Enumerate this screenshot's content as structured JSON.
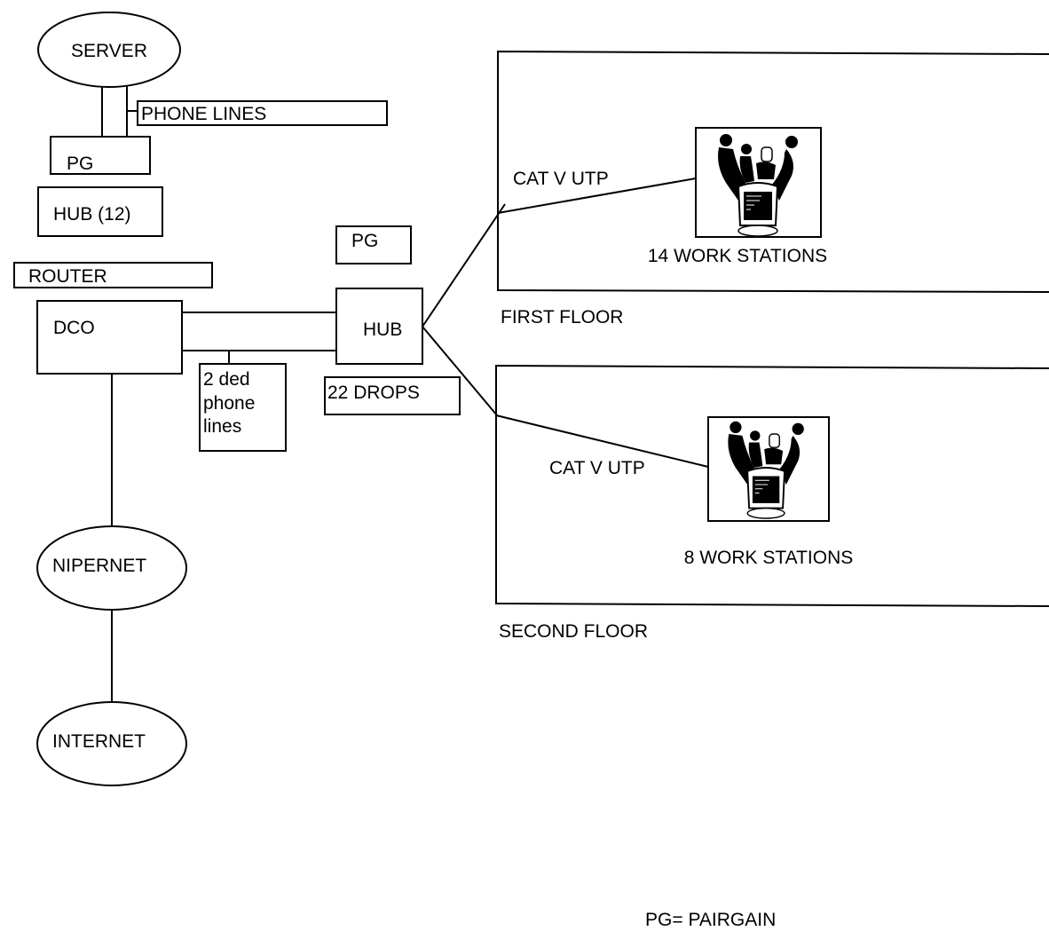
{
  "nodes": {
    "server": {
      "label": "SERVER",
      "shape": "ellipse"
    },
    "phone_lines": {
      "label": "PHONE LINES"
    },
    "pg_top": {
      "label": "PG"
    },
    "hub_12": {
      "label": "HUB (12)"
    },
    "pg_middle": {
      "label": "PG"
    },
    "router": {
      "label": "ROUTER"
    },
    "dco": {
      "label": "DCO"
    },
    "hub": {
      "label": "HUB"
    },
    "ded_phone_lines": {
      "lines": [
        "2 ded",
        "phone",
        "lines"
      ]
    },
    "drops": {
      "label": "22 DROPS"
    },
    "nipernet": {
      "label": "NIPERNET",
      "shape": "ellipse"
    },
    "internet": {
      "label": "INTERNET",
      "shape": "ellipse"
    }
  },
  "floors": [
    {
      "name": "FIRST FLOOR",
      "cable_label": "CAT V UTP",
      "workstations_label": "14 WORK STATIONS",
      "workstation_count": 14,
      "icon": "workstation-group-icon"
    },
    {
      "name": "SECOND FLOOR",
      "cable_label": "CAT V UTP",
      "workstations_label": "8 WORK STATIONS",
      "workstation_count": 8,
      "icon": "workstation-group-icon"
    }
  ],
  "legend": {
    "text": "PG= PAIRGAIN"
  },
  "connections": [
    [
      "server",
      "pg_top"
    ],
    [
      "server",
      "phone_lines"
    ],
    [
      "dco",
      "hub"
    ],
    [
      "dco",
      "ded_phone_lines"
    ],
    [
      "dco",
      "nipernet"
    ],
    [
      "nipernet",
      "internet"
    ],
    [
      "hub",
      "first_floor"
    ],
    [
      "hub",
      "second_floor"
    ]
  ]
}
